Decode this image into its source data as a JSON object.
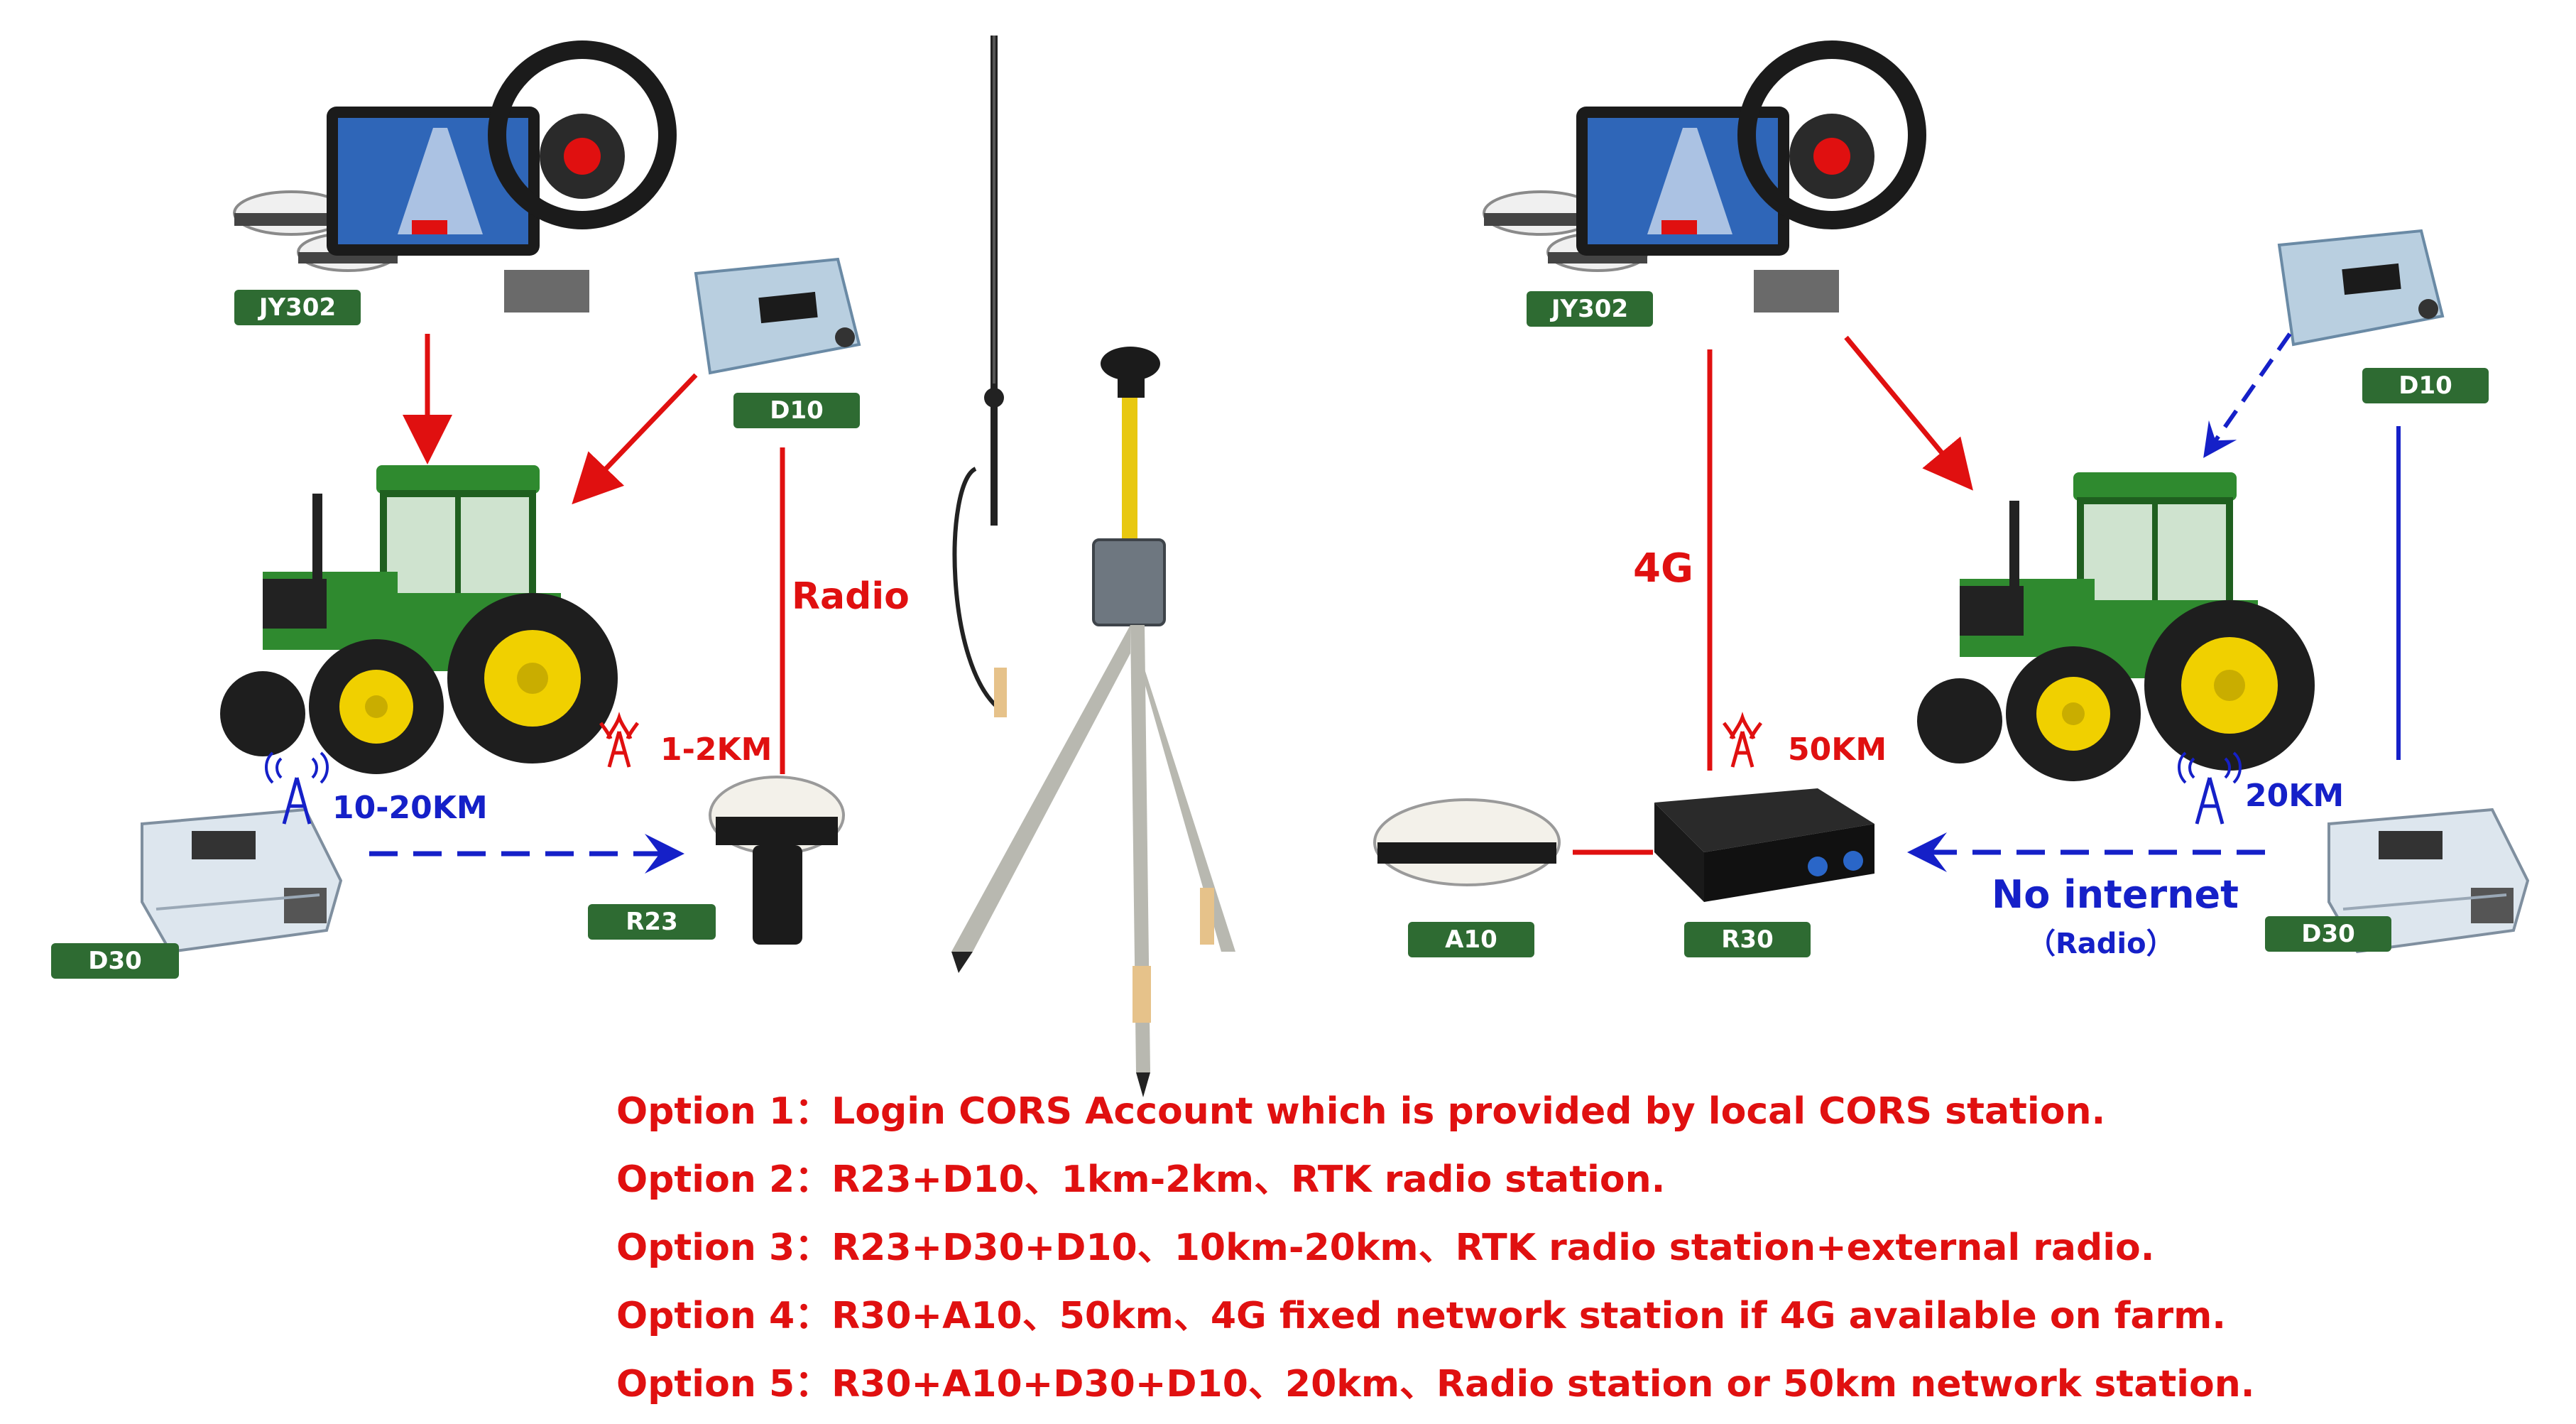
{
  "left": {
    "jy302": "JY302",
    "d10": "D10",
    "radio": "Radio",
    "range_r23": "1-2KM",
    "range_d30": "10-20KM",
    "d30": "D30",
    "r23": "R23"
  },
  "right": {
    "jy302": "JY302",
    "d10": "D10",
    "net_4g": "4G",
    "range_r30": "50KM",
    "range_d30": "20KM",
    "no_internet": "No internet",
    "radio_sub": "（Radio）",
    "a10": "A10",
    "r30": "R30",
    "d30": "D30"
  },
  "options": [
    "Option 1：Login CORS Account which is provided by local CORS station.",
    "Option 2：R23+D10、1km-2km、RTK radio station.",
    "Option 3：R23+D30+D10、10km-20km、RTK radio station+external radio.",
    "Option 4：R30+A10、50km、4G fixed network station if 4G available on farm.",
    "Option 5：R30+A10+D30+D10、20km、Radio station or 50km network station."
  ],
  "colors": {
    "red": "#e01010",
    "blue": "#1520c8",
    "tag_green": "#2e6b32",
    "tractor_green": "#2f8a2f",
    "wheel_yellow": "#f0d000"
  }
}
